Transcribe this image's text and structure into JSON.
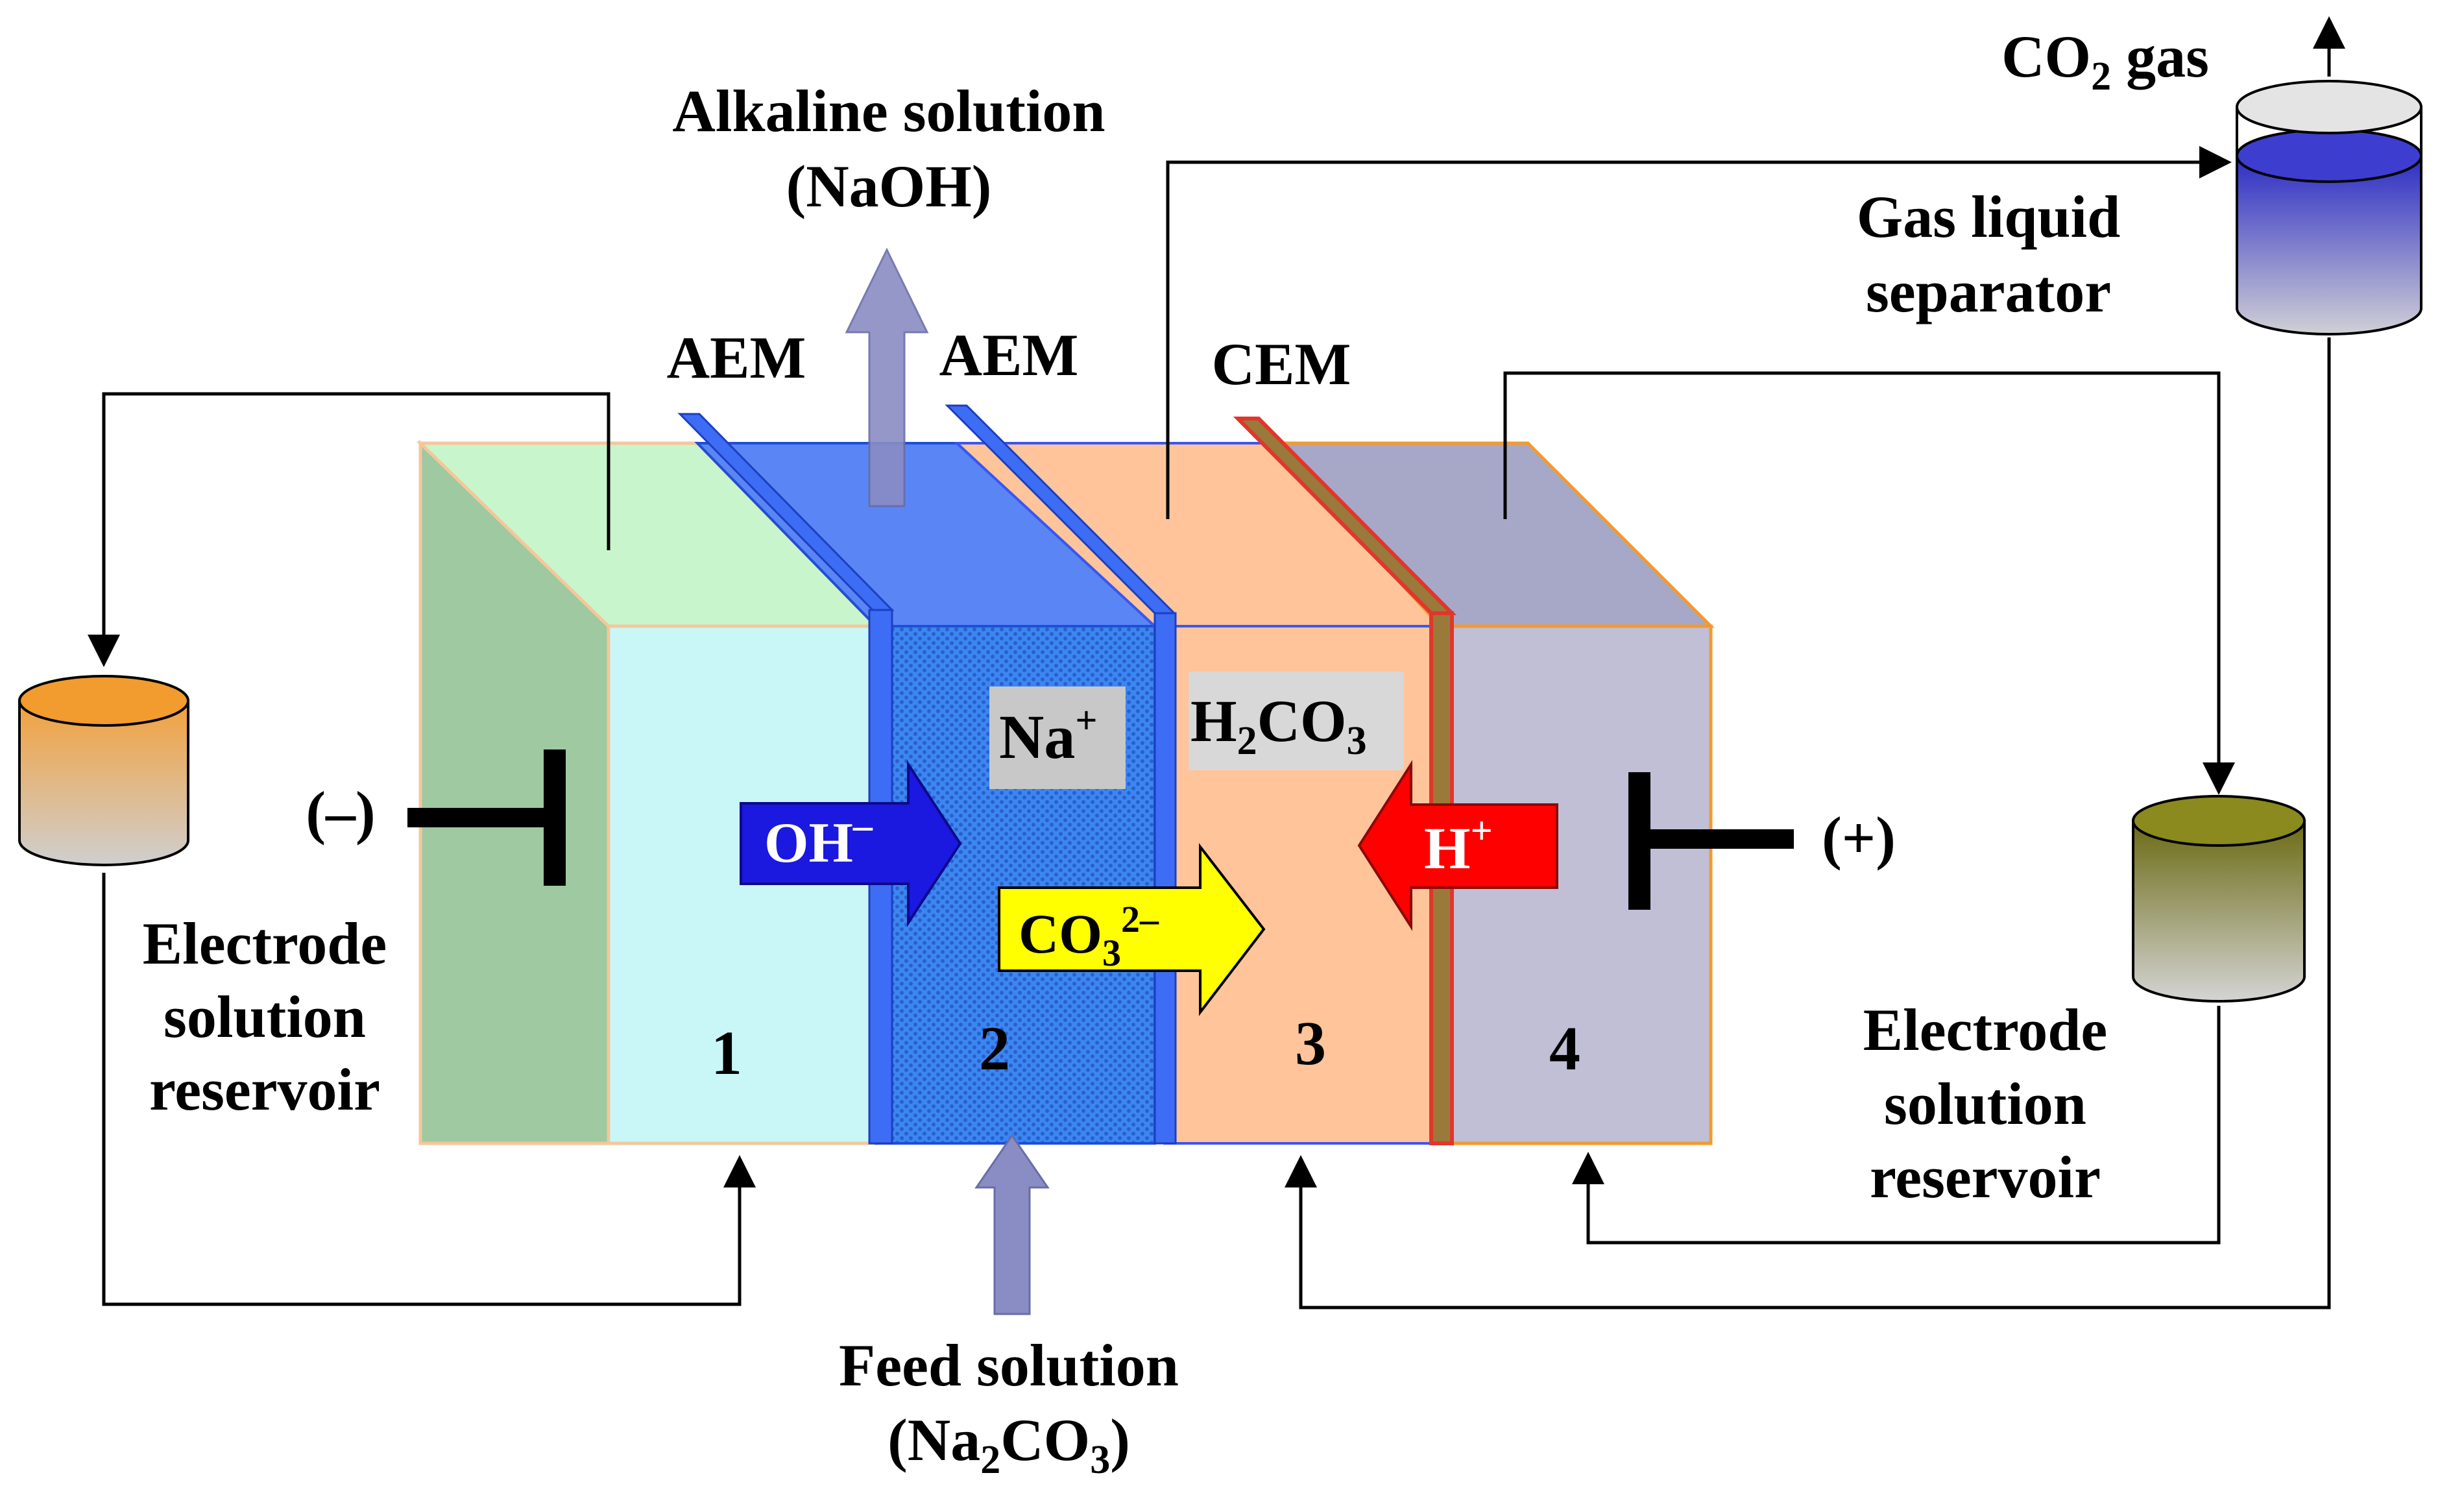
{
  "labels": {
    "alkaline_line1": "Alkaline solution",
    "alkaline_line2": "(NaOH)",
    "aem_left": "AEM",
    "aem_right": "AEM",
    "cem": "CEM",
    "co2_gas": "CO",
    "co2_gas_sub": "2",
    "co2_gas_rest": " gas",
    "gas_liquid_line1": "Gas liquid",
    "gas_liquid_line2": "separator",
    "left_reservoir_line1": "Electrode",
    "left_reservoir_line2": "solution",
    "left_reservoir_line3": "reservoir",
    "right_reservoir_line1": "Electrode",
    "right_reservoir_line2": "solution",
    "right_reservoir_line3": "reservoir",
    "feed_line1": "Feed solution",
    "feed_line2_a": "(Na",
    "feed_line2_sub1": "2",
    "feed_line2_b": "CO",
    "feed_line2_sub2": "3",
    "feed_line2_c": ")",
    "cathode_sign": "(–)",
    "anode_sign": "(+)"
  },
  "ions": {
    "na": "Na",
    "na_sup": "+",
    "h2co3_a": "H",
    "h2co3_sub": "2",
    "h2co3_b": "CO",
    "h2co3_sub2": "3",
    "oh": "OH",
    "oh_sup": "–",
    "co3": "CO",
    "co3_sub": "3",
    "co3_sup": "2–",
    "h": "H",
    "h_sup": "+"
  },
  "chambers": [
    "1",
    "2",
    "3",
    "4"
  ],
  "colors": {
    "chamber1": "#c9f7f7",
    "chamber2": "#3a7cf0",
    "chamber3": "#ffc499",
    "chamber4": "#c0bfd6",
    "aem": "#3d6cf5",
    "cem": "#e0362c",
    "oh_arrow": "#1b18e0",
    "co3_arrow": "#ffff00",
    "h_arrow": "#ff0000",
    "flow_arrow": "#8a8cc4"
  }
}
